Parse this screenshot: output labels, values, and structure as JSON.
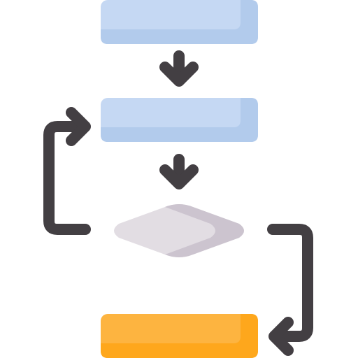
{
  "diagram": {
    "type": "flowchart-icon",
    "colors": {
      "process_fill": "#c5d8f3",
      "process_shade": "#b2cbec",
      "decision_fill": "#e2dde3",
      "decision_shade": "#ccc4cf",
      "terminal_fill": "#fdb440",
      "terminal_shade": "#fea71c",
      "connector": "#433f43",
      "background": "#ffffff"
    },
    "nodes": [
      {
        "id": "start",
        "kind": "process"
      },
      {
        "id": "step",
        "kind": "process"
      },
      {
        "id": "decision",
        "kind": "decision"
      },
      {
        "id": "end",
        "kind": "terminal"
      }
    ],
    "edges": [
      {
        "from": "start",
        "to": "step"
      },
      {
        "from": "step",
        "to": "decision"
      },
      {
        "from": "decision",
        "to": "step",
        "label": ""
      },
      {
        "from": "decision",
        "to": "end",
        "label": ""
      }
    ]
  }
}
